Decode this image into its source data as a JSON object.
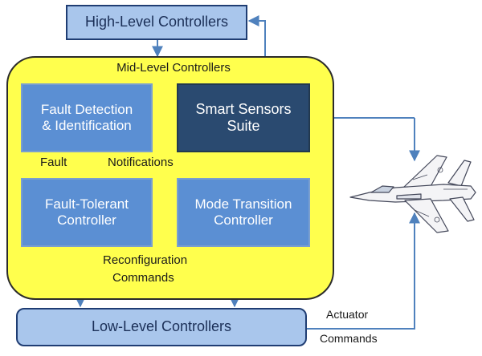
{
  "high_level": "High-Level Controllers",
  "mid_level": "Mid-Level Controllers",
  "fdi": {
    "line1": "Fault Detection",
    "line2": "& Identification"
  },
  "sensors": {
    "line1": "Smart Sensors",
    "line2": "Suite"
  },
  "ftc": {
    "line1": "Fault-Tolerant",
    "line2": "Controller"
  },
  "mtc": {
    "line1": "Mode Transition",
    "line2": "Controller"
  },
  "low_level": "Low-Level Controllers",
  "labels": {
    "fault": "Fault",
    "notifications": "Notifications",
    "reconfig_1": "Reconfiguration",
    "reconfig_2": "Commands",
    "actuator_1": "Actuator",
    "actuator_2": "Commands"
  },
  "icons": {
    "aircraft": "fighter-jet-icon"
  },
  "colors": {
    "mid_fill": "#ffff4d",
    "inner_fill": "#5b8fd3",
    "sensor_fill": "#2a4a70",
    "outer_fill": "#a9c6ec",
    "arrow": "#4f81bd"
  }
}
